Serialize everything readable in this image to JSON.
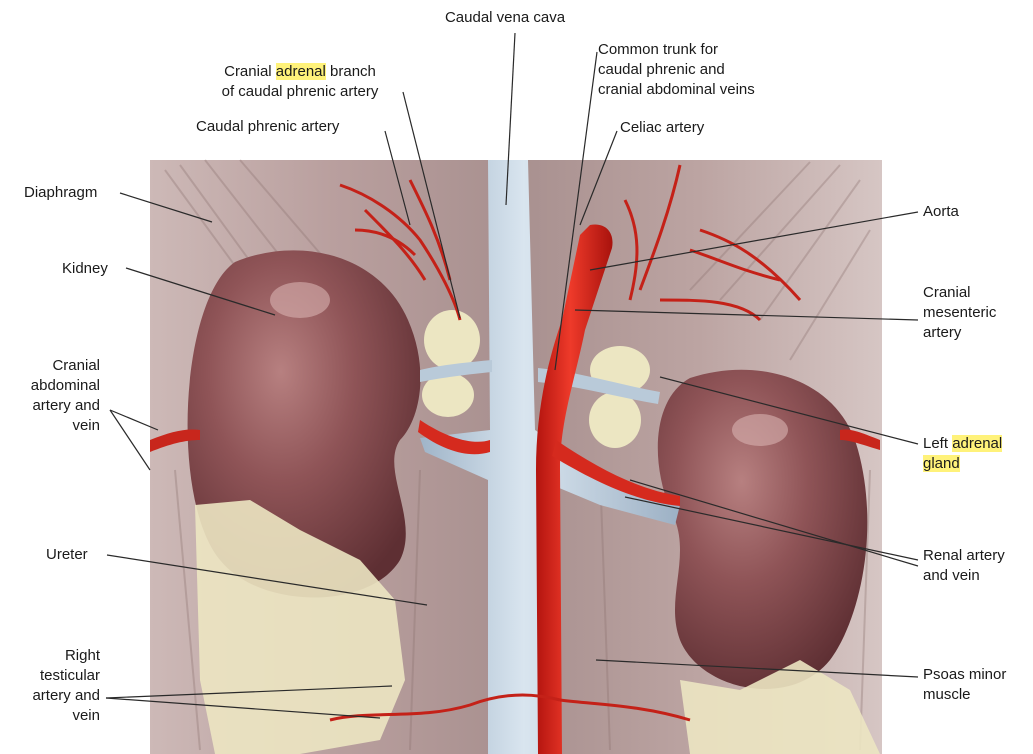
{
  "highlight_color": "#fff27a",
  "labels": {
    "caudal_vena_cava": "Caudal vena cava",
    "cranial_adrenal_branch": {
      "line1_pre": "Cranial ",
      "line1_highlight": "adrenal",
      "line1_post": " branch",
      "line2": "of caudal phrenic artery"
    },
    "common_trunk": {
      "line1": "Common trunk for",
      "line2": "caudal phrenic and",
      "line3": "cranial abdominal veins"
    },
    "caudal_phrenic_artery": "Caudal phrenic artery",
    "celiac_artery": "Celiac artery",
    "diaphragm": "Diaphragm",
    "aorta": "Aorta",
    "kidney": "Kidney",
    "cranial_mesenteric_artery": {
      "line1": "Cranial",
      "line2": "mesenteric",
      "line3": "artery"
    },
    "cranial_abdominal_artery_vein": {
      "line1": "Cranial",
      "line2": "abdominal",
      "line3": "artery and",
      "line4": "vein"
    },
    "left_adrenal_gland": {
      "line1_pre": "Left ",
      "line1_highlight": "adrenal",
      "line2_highlight": "gland"
    },
    "ureter": "Ureter",
    "renal_artery_vein": {
      "line1": "Renal artery",
      "line2": "and vein"
    },
    "right_testicular_artery_vein": {
      "line1": "Right",
      "line2": "testicular",
      "line3": "artery and",
      "line4": "vein"
    },
    "psoas_minor_muscle": {
      "line1": "Psoas minor",
      "line2": "muscle"
    }
  }
}
